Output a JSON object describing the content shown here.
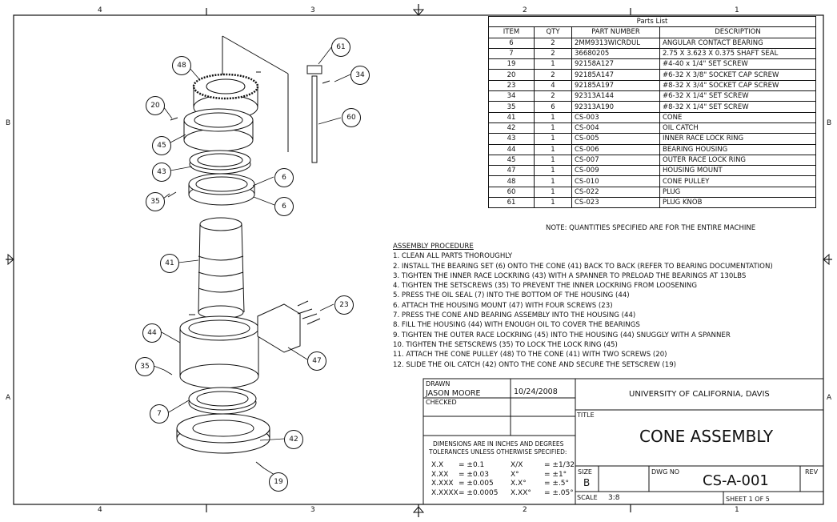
{
  "zones": {
    "top": [
      "4",
      "3",
      "2",
      "1"
    ],
    "bottom": [
      "4",
      "3",
      "2",
      "1"
    ],
    "left": [
      "B",
      "A"
    ],
    "right": [
      "B",
      "A"
    ]
  },
  "parts_list": {
    "title": "Parts List",
    "headers": [
      "ITEM",
      "QTY",
      "PART NUMBER",
      "DESCRIPTION"
    ],
    "rows": [
      [
        "6",
        "2",
        "2MM9313WICRDUL",
        "ANGULAR CONTACT BEARING"
      ],
      [
        "7",
        "2",
        "36680205",
        "2.75 X 3.623 X 0.375 SHAFT SEAL"
      ],
      [
        "19",
        "1",
        "92158A127",
        "#4-40 x 1/4\" SET SCREW"
      ],
      [
        "20",
        "2",
        "92185A147",
        "#6-32 X 3/8\" SOCKET CAP SCREW"
      ],
      [
        "23",
        "4",
        "92185A197",
        "#8-32 X 3/4\" SOCKET CAP SCREW"
      ],
      [
        "34",
        "2",
        "92313A144",
        "#6-32 X 1/4\" SET SCREW"
      ],
      [
        "35",
        "6",
        "92313A190",
        "#8-32 X 1/4\" SET SCREW"
      ],
      [
        "41",
        "1",
        "CS-003",
        "CONE"
      ],
      [
        "42",
        "1",
        "CS-004",
        "OIL CATCH"
      ],
      [
        "43",
        "1",
        "CS-005",
        "INNER RACE LOCK RING"
      ],
      [
        "44",
        "1",
        "CS-006",
        "BEARING HOUSING"
      ],
      [
        "45",
        "1",
        "CS-007",
        "OUTER RACE LOCK RING"
      ],
      [
        "47",
        "1",
        "CS-009",
        "HOUSING MOUNT"
      ],
      [
        "48",
        "1",
        "CS-010",
        "CONE PULLEY"
      ],
      [
        "60",
        "1",
        "CS-022",
        "PLUG"
      ],
      [
        "61",
        "1",
        "CS-023",
        "PLUG KNOB"
      ]
    ],
    "note": "NOTE: QUANTITIES SPECIFIED ARE FOR THE ENTIRE MACHINE"
  },
  "procedure": {
    "title": "ASSEMBLY PROCEDURE",
    "steps": [
      "1. CLEAN ALL PARTS THOROUGHLY",
      "2. INSTALL THE BEARING SET (6) ONTO THE CONE (41) BACK TO BACK (REFER TO BEARING DOCUMENTATION)",
      "3. TIGHTEN THE INNER RACE LOCKRING (43) WITH A SPANNER TO PRELOAD THE BEARINGS AT 130LBS",
      "4. TIGHTEN THE SETSCREWS (35) TO PREVENT THE INNER LOCKRING FROM LOOSENING",
      "5. PRESS THE OIL SEAL (7) INTO THE BOTTOM OF THE HOUSING (44)",
      "6. ATTACH THE HOUSING MOUNT (47) WITH FOUR SCREWS (23)",
      "7. PRESS THE CONE AND BEARING ASSEMBLY INTO THE HOUSING (44)",
      "8. FILL THE HOUSING (44) WITH ENOUGH OIL TO COVER THE BEARINGS",
      "9. TIGHTEN THE OUTER RACE LOCKRING (45) INTO THE HOUSING (44) SNUGGLY WITH A SPANNER",
      "10. TIGHTEN THE SETSCREWS (35) TO LOCK THE LOCK RING (45)",
      "11. ATTACH THE CONE PULLEY (48) TO THE CONE (41) WITH TWO SCREWS (20)",
      "12. SLIDE THE OIL CATCH (42) ONTO THE CONE AND SECURE THE SETSCREW (19)"
    ]
  },
  "title_block": {
    "drawn_label": "DRAWN",
    "drawn_by": "JASON MOORE",
    "drawn_date": "10/24/2008",
    "checked_label": "CHECKED",
    "organization": "UNIVERSITY OF CALIFORNIA, DAVIS",
    "title_label": "TITLE",
    "title": "CONE ASSEMBLY",
    "dimensions_note_1": "DIMENSIONS ARE IN INCHES AND DEGREES",
    "dimensions_note_2": "TOLERANCES UNLESS OTHERWISE SPECIFIED:",
    "tolerances": [
      [
        "X.X",
        "= ±0.1",
        "X/X",
        "= ±1/32"
      ],
      [
        "X.XX",
        "= ±0.03",
        "X°",
        "= ±1°"
      ],
      [
        "X.XXX",
        "= ±0.005",
        "X.X°",
        "= ±.5°"
      ],
      [
        "X.XXXX",
        "= ±0.0005",
        "X.XX°",
        "= ±.05°"
      ]
    ],
    "size_label": "SIZE",
    "size": "B",
    "dwg_label": "DWG NO",
    "dwg_no": "CS-A-001",
    "rev_label": "REV",
    "scale_label": "SCALE",
    "scale": "3:8",
    "sheet": "SHEET 1  OF 5"
  },
  "balloons": [
    "48",
    "20",
    "45",
    "43",
    "35",
    "6",
    "6",
    "41",
    "44",
    "35",
    "7",
    "42",
    "19",
    "61",
    "34",
    "60",
    "23",
    "47"
  ]
}
